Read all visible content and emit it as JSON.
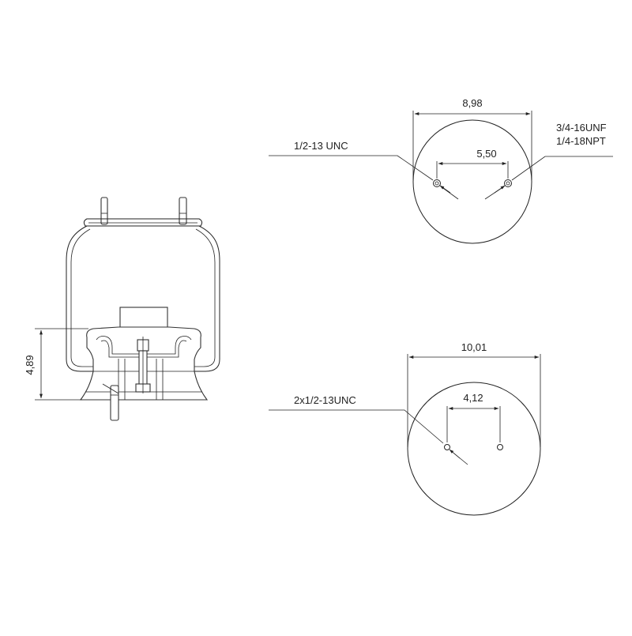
{
  "side_view": {
    "height_dim": "4,89"
  },
  "top_plate": {
    "diameter_dim": "8,98",
    "hole_spacing_dim": "5,50",
    "left_callout": "1/2-13 UNC",
    "right_callout_line1": "3/4-16UNF",
    "right_callout_line2": "1/4-18NPT"
  },
  "bottom_plate": {
    "diameter_dim": "10,01",
    "hole_spacing_dim": "4,12",
    "callout": "2x1/2-13UNC"
  }
}
